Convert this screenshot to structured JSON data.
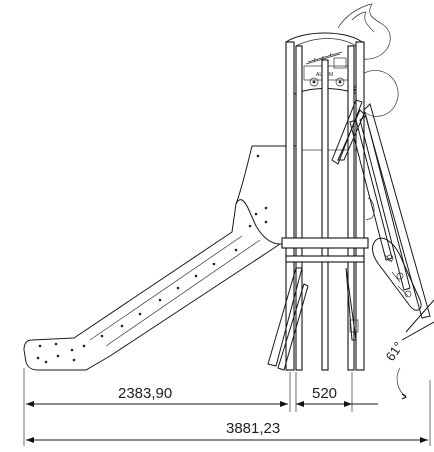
{
  "drawing": {
    "dimensions": {
      "slide_length": "2383,90",
      "tower_width": "520",
      "total_length": "3881,23"
    },
    "angle": "61°",
    "panel_sign": "ALARM"
  }
}
